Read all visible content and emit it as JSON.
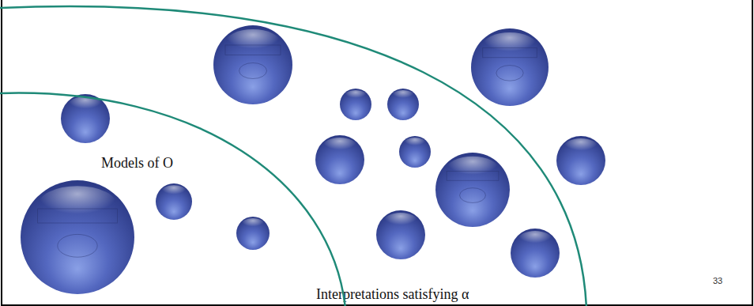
{
  "diagram": {
    "nodes": [
      {
        "text": [
          "Interpretations satisfying α"
        ]
      },
      {
        "text": [
          "Models of O"
        ],
        "in": 0
      }
    ],
    "labels": [
      "33"
    ]
  }
}
